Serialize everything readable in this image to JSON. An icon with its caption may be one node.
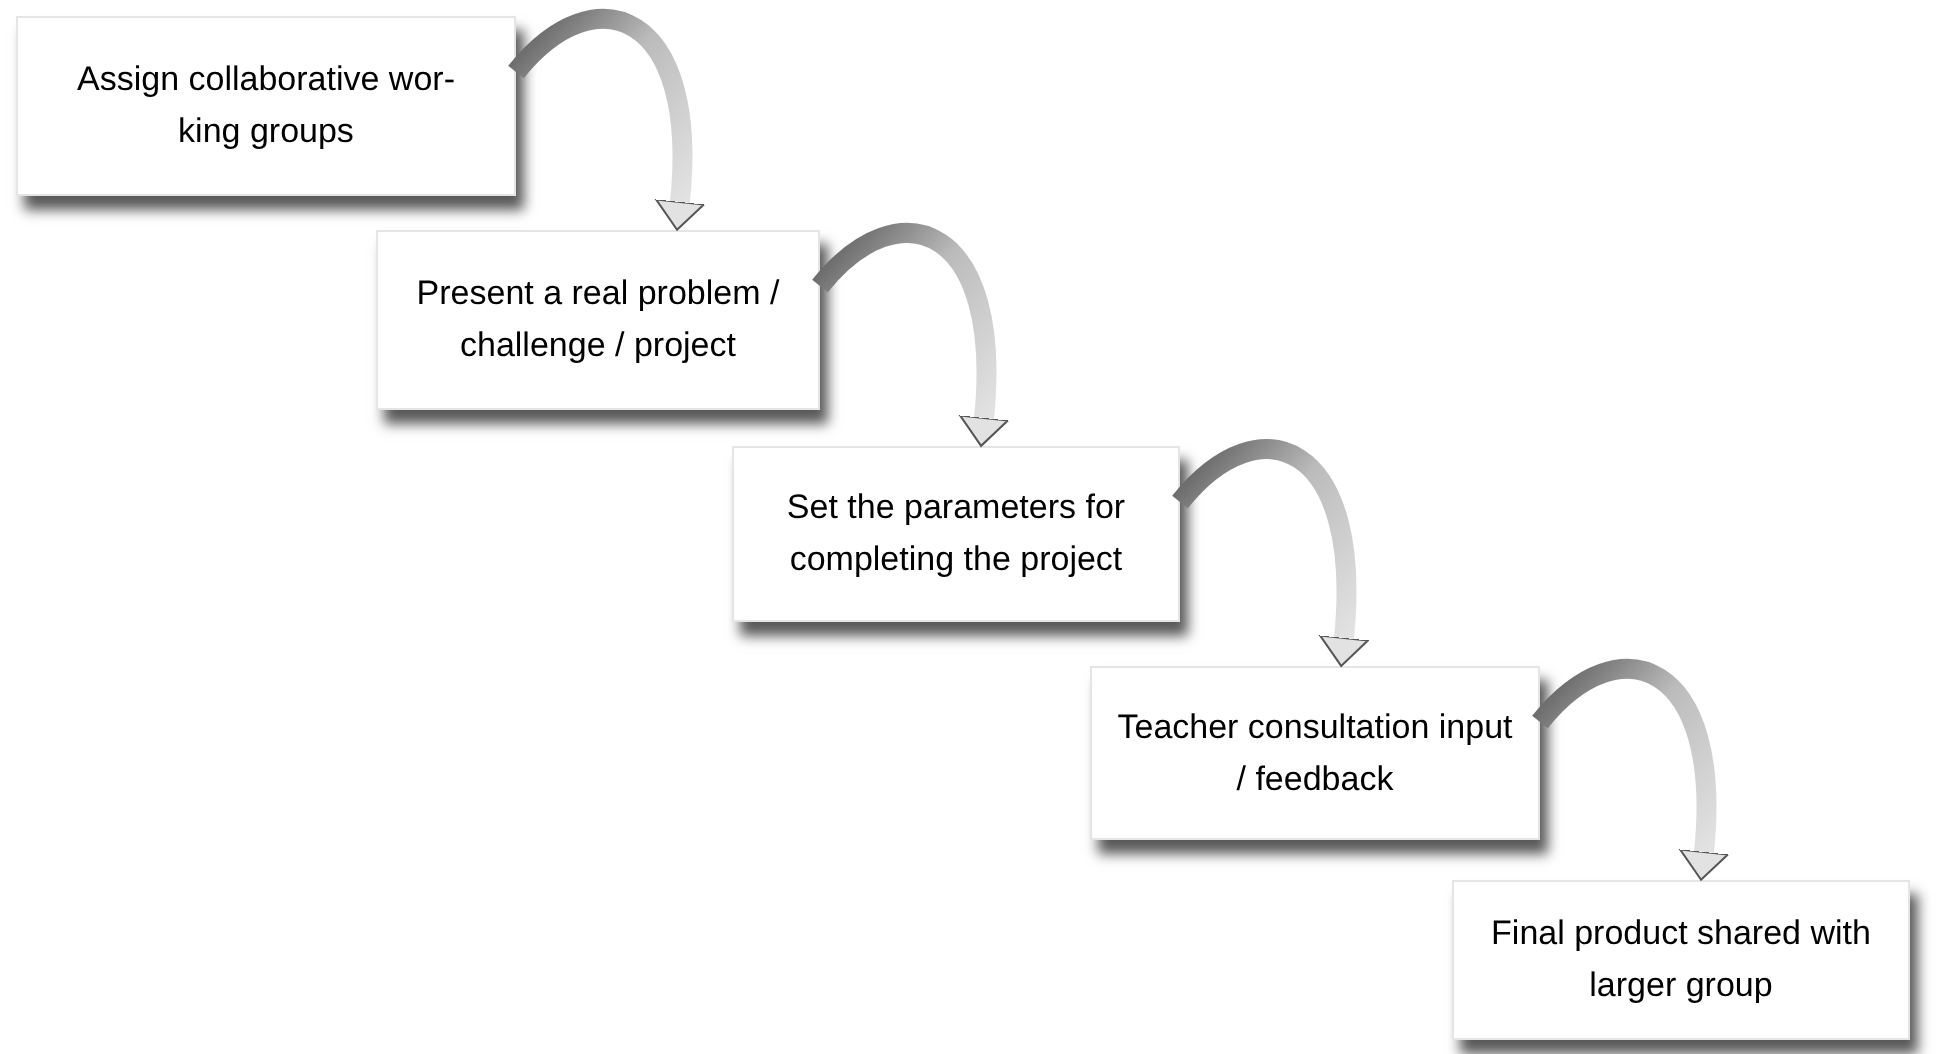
{
  "diagram": {
    "nodes": [
      {
        "text": [
          "Assign collaborative wor- king groups"
        ]
      },
      {
        "text": [
          "Present a real problem / challenge / project"
        ]
      },
      {
        "text": [
          "Set the parameters for completing the project"
        ]
      },
      {
        "text": [
          "Teacher consultation input / feedback"
        ]
      },
      {
        "text": [
          "Final product shared with larger group"
        ]
      }
    ],
    "edges": [
      {
        "from": 0,
        "to": 1,
        "arrow": "to"
      },
      {
        "from": 1,
        "to": 2,
        "arrow": "to"
      },
      {
        "from": 2,
        "to": 3,
        "arrow": "to"
      },
      {
        "from": 3,
        "to": 4,
        "arrow": "to"
      }
    ]
  }
}
